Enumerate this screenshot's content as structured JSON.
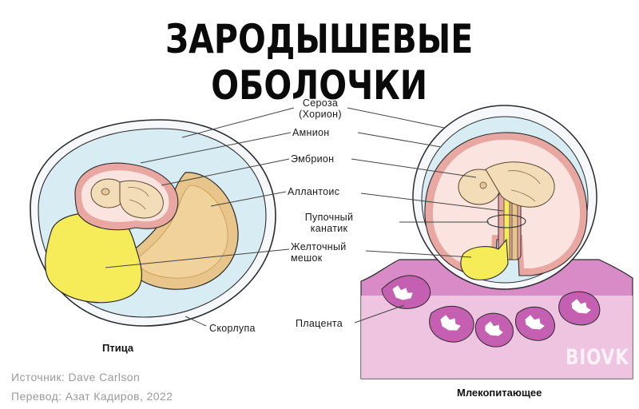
{
  "title": "ЗАРОДЫШЕВЫЕ ОБОЛОЧКИ",
  "labels": {
    "serosa_line1": "Сероза",
    "serosa_line2": "(Хорион)",
    "amnion": "Амнион",
    "embryo": "Эмбрион",
    "allantois": "Аллантоис",
    "cord_line1": "Пупочный",
    "cord_line2": "канатик",
    "yolk_line1": "Желточный",
    "yolk_line2": "мешок",
    "shell": "Скорлупа",
    "placenta": "Плацента"
  },
  "captions": {
    "bird": "Птица",
    "mammal": "Млекопитающее"
  },
  "credits": {
    "source": "Источник: Dave Carlson",
    "translation": "Перевод: Азат Кадиров, 2022"
  },
  "watermark": "BIOVK",
  "colors": {
    "outline": "#2b2b2b",
    "serosa_fill": "#f6f8fb",
    "fluid_fill": "#d8ecf3",
    "amnion_ring": "#e9a7a2",
    "amnion_fill": "#fbe4df",
    "embryo_fill": "#f3dcb8",
    "allantois_fill": "#e8c58b",
    "allantois_inner": "#f0d29a",
    "yolk_fill": "#f6ec5a",
    "yolk_ring": "#d9b74a",
    "uterus_fill": "#d98bc8",
    "uterus_light": "#f3d2e6",
    "placenta_fill": "#c45fb1",
    "leader_line": "#444444",
    "credit_text": "#9a9a9a"
  }
}
